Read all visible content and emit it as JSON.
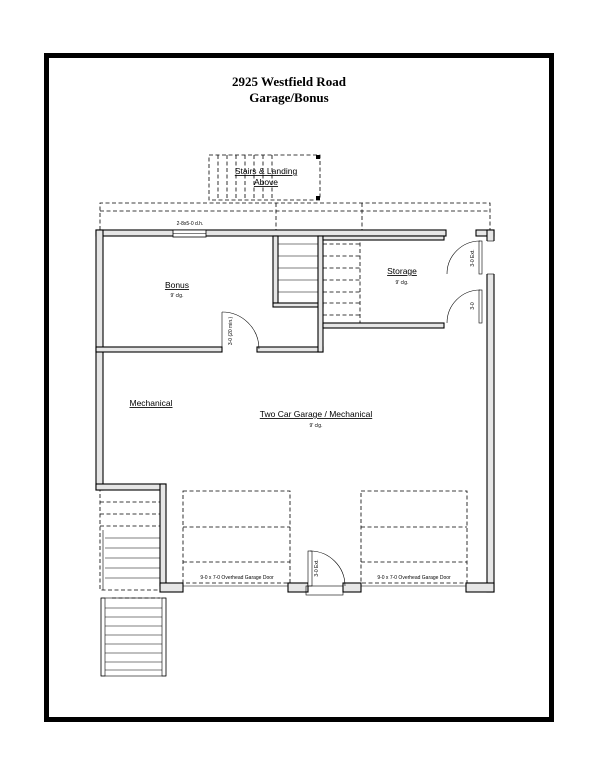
{
  "title": {
    "line1": "2925 Westfield Road",
    "line2": "Garage/Bonus"
  },
  "rooms": {
    "bonus": {
      "name": "Bonus",
      "ceiling": "9' clg."
    },
    "storage": {
      "name": "Storage",
      "ceiling": "9' clg."
    },
    "mechanical": {
      "name": "Mechanical"
    },
    "garage": {
      "name": "Two Car Garage / Mechanical",
      "ceiling": "9' clg."
    },
    "stairs_above": {
      "line1": "Stairs & Landing",
      "line2": "Above"
    }
  },
  "labels": {
    "window_top": "2-8x5-0 d.h.",
    "bonus_door": "3-0 (20 min.)",
    "storage_door_ext": "3-0 Ext.",
    "storage_door": "3-0",
    "garage_door_left": "9-0 x 7-0 Overhead Garage Door",
    "garage_door_right": "9-0 x 7-0 Overhead Garage Door",
    "front_door": "3-0 Ext."
  }
}
